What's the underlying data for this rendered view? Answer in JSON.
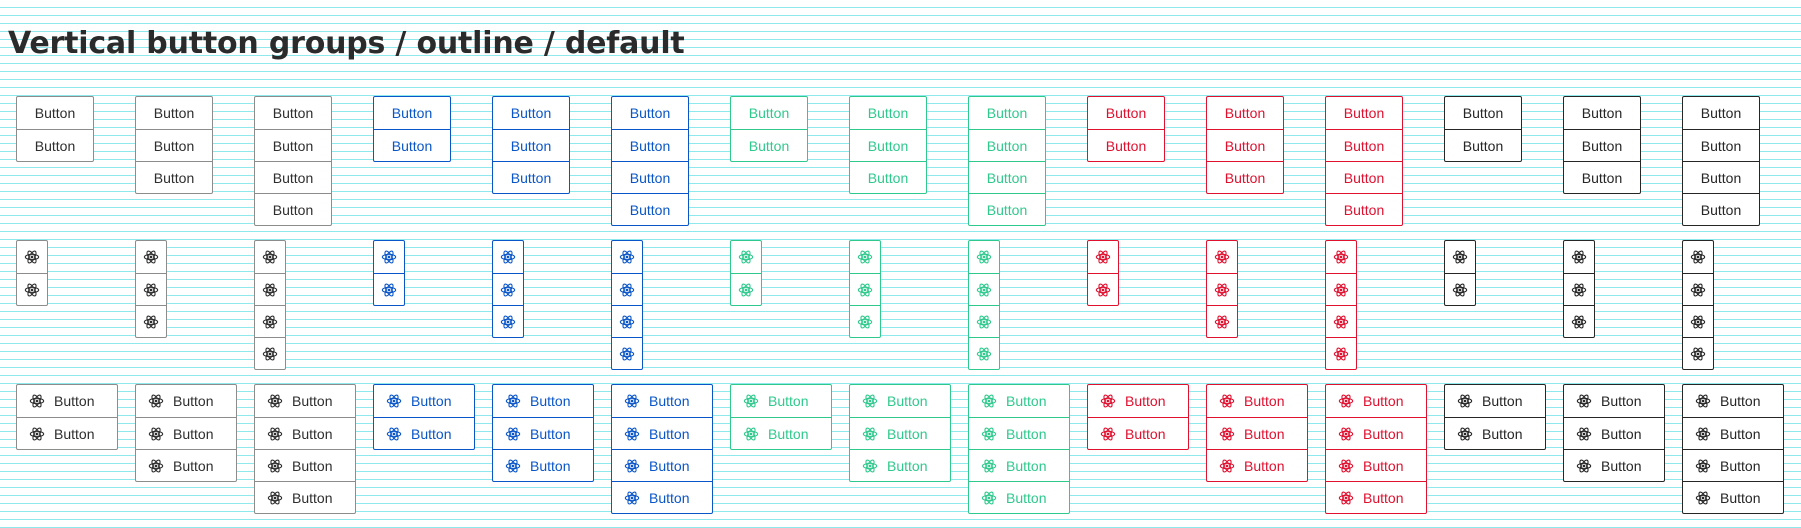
{
  "title": "Vertical button groups / outline / default",
  "button_label": "Button",
  "icon": "atom-icon",
  "variants": [
    {
      "name": "neutral",
      "color": "#2e2e2e",
      "border": "#8c8c8c"
    },
    {
      "name": "primary",
      "color": "#0a56c8",
      "border": "#0a56c8"
    },
    {
      "name": "success",
      "color": "#2fc98d",
      "border": "#2fc98d"
    },
    {
      "name": "danger",
      "color": "#e0102f",
      "border": "#e0102f"
    },
    {
      "name": "dark",
      "color": "#262626",
      "border": "#262626"
    }
  ],
  "group_sizes": [
    2,
    3,
    4
  ],
  "rows": [
    {
      "name": "text-only",
      "content": "text"
    },
    {
      "name": "icon-only",
      "content": "icon"
    },
    {
      "name": "icon-and-text",
      "content": "both"
    }
  ]
}
